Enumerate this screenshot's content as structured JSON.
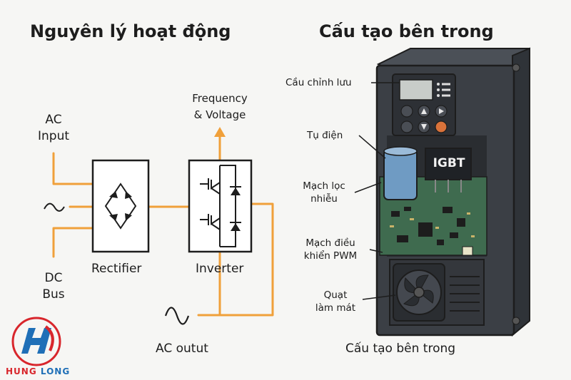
{
  "left": {
    "heading": "Nguyên lý hoạt động",
    "ac_input": [
      "AC",
      "Input"
    ],
    "dc_bus": [
      "DC",
      "Bus"
    ],
    "rectifier": "Rectifier",
    "inverter": "Inverter",
    "output": [
      "Frequency",
      "& Voltage"
    ],
    "ac_output": "AC outut"
  },
  "right": {
    "heading": "Cấu tạo bên trong",
    "caption": "Cấu tạo bên trong",
    "callouts": {
      "rectifier": "Cầu chỉnh lưu",
      "capacitor": "Tụ điện",
      "filter": [
        "Mạch lọc",
        "nhiễu"
      ],
      "pwm": [
        "Mạch điều",
        "khiển PWM"
      ],
      "fan": [
        "Quạt",
        "làm mát"
      ]
    },
    "igbt": "IGBT"
  },
  "logo": {
    "brand_a": "HUNG",
    "brand_b": "LONG"
  },
  "colors": {
    "wire": "#f0a03a",
    "logo_red": "#d8262c",
    "logo_blue": "#1f6fb7",
    "board": "#3f6b4f",
    "casing": "#3b3f45"
  }
}
